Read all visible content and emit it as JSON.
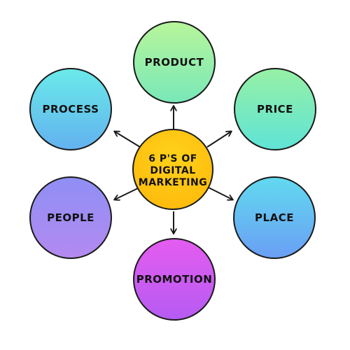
{
  "center": {
    "label": "6 P'S OF\nDIGITAL\nMARKETING"
  },
  "nodes": {
    "product": "PRODUCT",
    "price": "PRICE",
    "place": "PLACE",
    "promotion": "PROMOTION",
    "people": "PEOPLE",
    "process": "PROCESS"
  },
  "colors": {
    "center": "#ffc20e",
    "product": "#a0f0a8",
    "price": "#7eeabd",
    "place": "#64bef2",
    "promotion": "#d05cf1",
    "people": "#a08cf2",
    "process": "#66d0ed",
    "outline": "#1a1a1a"
  }
}
